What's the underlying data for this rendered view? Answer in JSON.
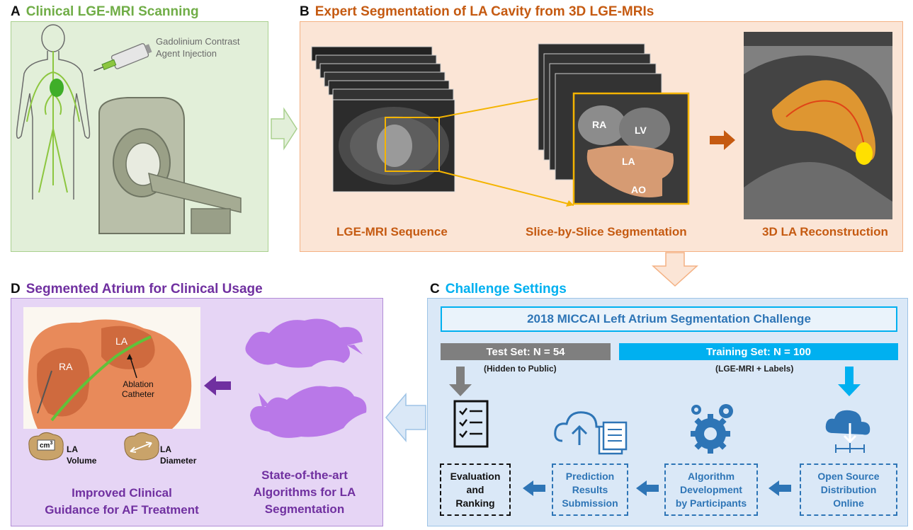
{
  "panel_a": {
    "letter": "A",
    "title": "Clinical LGE-MRI Scanning",
    "injection_label": "Gadolinium Contrast\nAgent Injection"
  },
  "panel_b": {
    "letter": "B",
    "title": "Expert Segmentation of LA Cavity from 3D LGE-MRIs",
    "caption_sequence": "LGE-MRI Sequence",
    "caption_slice": "Slice-by-Slice Segmentation",
    "caption_recon": "3D LA Reconstruction",
    "labels": {
      "ra": "RA",
      "lv": "LV",
      "la": "LA",
      "ao": "AO"
    }
  },
  "panel_c": {
    "letter": "C",
    "title": "Challenge Settings",
    "banner": "2018 MICCAI Left Atrium Segmentation Challenge",
    "test_set": "Test Set: N = 54",
    "test_note": "(Hidden to Public)",
    "train_set": "Training Set: N = 100",
    "train_note": "(LGE-MRI + Labels)",
    "step_evaluation": "Evaluation\nand\nRanking",
    "step_prediction": "Prediction\nResults\nSubmission",
    "step_algorithm": "Algorithm\nDevelopment\nby Participants",
    "step_open": "Open Source\nDistribution\nOnline"
  },
  "panel_d": {
    "letter": "D",
    "title": "Segmented Atrium for Clinical Usage",
    "heart_la": "LA",
    "heart_ra": "RA",
    "catheter": "Ablation\nCatheter",
    "volume_unit": "cm",
    "volume_sup": "3",
    "volume_label": "LA\nVolume",
    "diameter_label": "LA\nDiameter",
    "caption_left": "Improved Clinical\nGuidance for AF Treatment",
    "caption_right": "State-of-the-art\nAlgorithms for LA\nSegmentation"
  },
  "colors": {
    "panel_a_bg": "#e2efd9",
    "panel_a_title": "#70ad47",
    "panel_b_bg": "#fbe5d6",
    "panel_b_title": "#c55a11",
    "panel_c_bg": "#dae8f7",
    "panel_c_title": "#00b0f0",
    "panel_d_bg": "#e6d5f5",
    "panel_d_title": "#7030a0",
    "step_text": "#2e75b6"
  }
}
